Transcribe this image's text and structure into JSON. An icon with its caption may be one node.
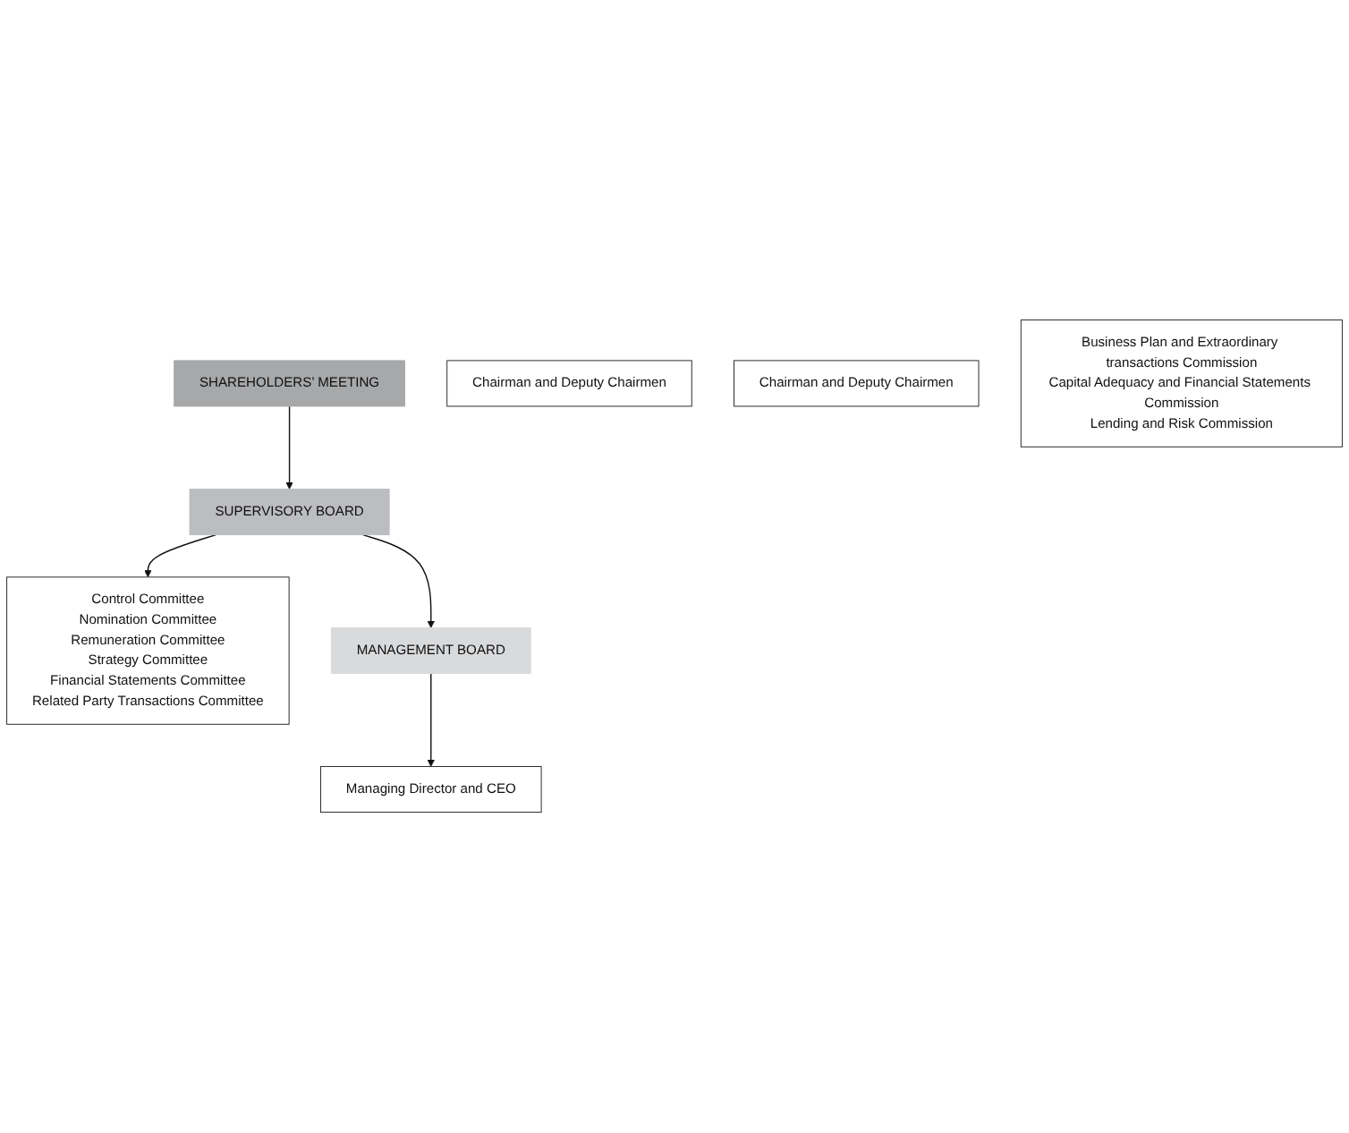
{
  "diagram": {
    "nodes": [
      {
        "text": [
          "SHAREHOLDERS’ MEETING"
        ]
      },
      {
        "text": [
          "SUPERVISORY BOARD"
        ]
      },
      {
        "text": [
          "Chairman and Deputy Chairmen"
        ]
      },
      {
        "text": [
          "Control Committee",
          "Nomination Committee",
          "Remuneration Committee",
          "Strategy Committee",
          "Financial Statements Committee",
          "Related Party Transactions Committee"
        ]
      },
      {
        "text": [
          "MANAGEMENT BOARD"
        ]
      },
      {
        "text": [
          "Chairman and Deputy Chairmen"
        ]
      },
      {
        "text": [
          "Managing Director and CEO"
        ]
      },
      {
        "text": [
          "Business Plan and Extraordinary transactions Commission",
          "Capital Adequacy and Financial Statements Commission",
          "Lending and Risk Commission"
        ]
      }
    ],
    "edges": [
      {
        "from": 0,
        "to": 1,
        "arrow": "to"
      },
      {
        "from": 1,
        "to": 3,
        "arrow": "to"
      },
      {
        "from": 1,
        "to": 4,
        "arrow": "to"
      },
      {
        "from": 4,
        "to": 6,
        "arrow": "to"
      }
    ]
  }
}
